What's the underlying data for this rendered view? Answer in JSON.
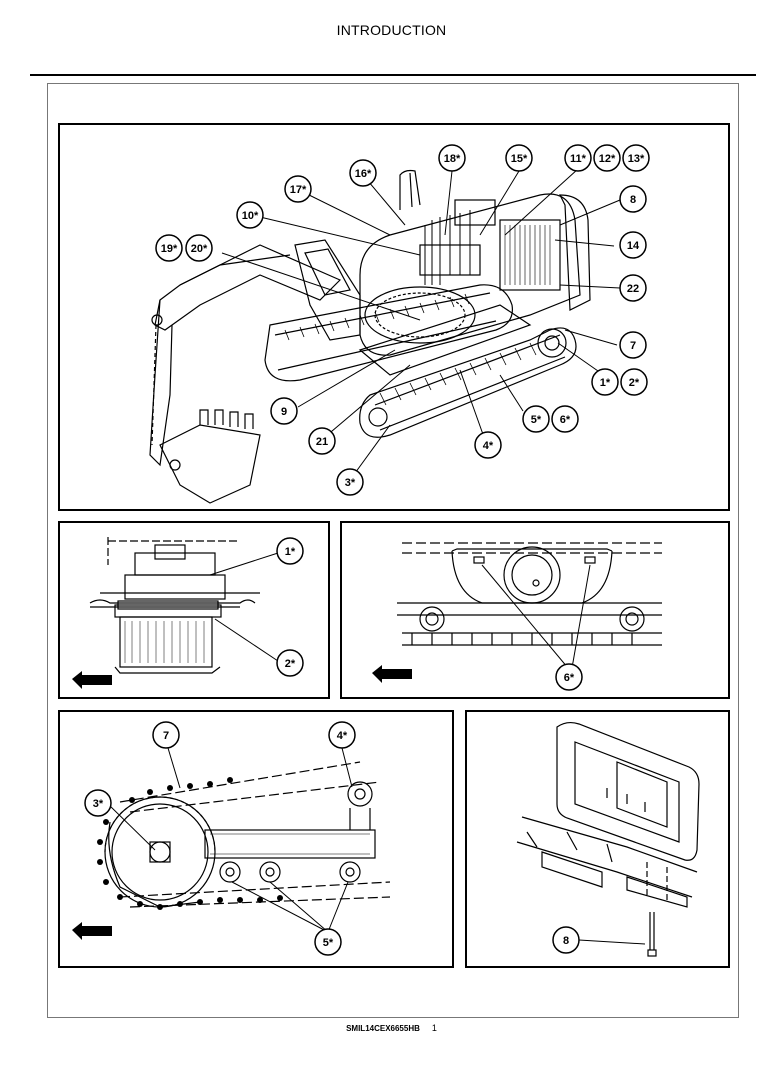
{
  "header": {
    "title": "INTRODUCTION"
  },
  "footer": {
    "code": "SMIL14CEX6655HB",
    "page": "1"
  },
  "panels": {
    "main": {
      "callouts": [
        "18*",
        "15*",
        "11*",
        "12*",
        "13*",
        "16*",
        "17*",
        "8",
        "10*",
        "19*",
        "20*",
        "14",
        "22",
        "7",
        "1*",
        "2*",
        "9",
        "5*",
        "6*",
        "21",
        "4*",
        "3*"
      ]
    },
    "motor": {
      "callouts": [
        "1*",
        "2*"
      ],
      "direction_icon": "arrow-left-icon"
    },
    "guard": {
      "callouts": [
        "6*"
      ],
      "direction_icon": "arrow-left-icon"
    },
    "track": {
      "callouts": [
        "7",
        "4*",
        "3*",
        "5*"
      ],
      "direction_icon": "arrow-left-icon"
    },
    "counterweight": {
      "callouts": [
        "8"
      ]
    }
  }
}
